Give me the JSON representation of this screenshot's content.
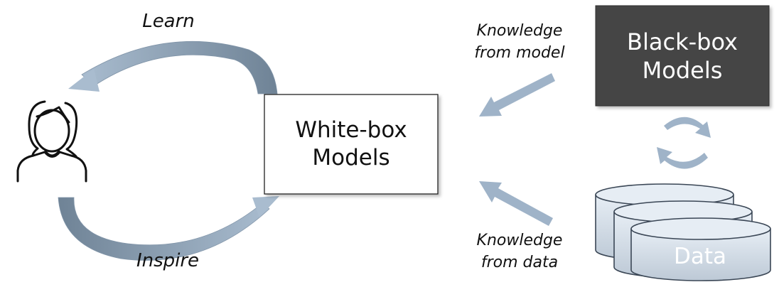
{
  "labels": {
    "learn": "Learn",
    "inspire": "Inspire",
    "knowledge_from_model_line1": "Knowledge",
    "knowledge_from_model_line2": "from model",
    "knowledge_from_data_line1": "Knowledge",
    "knowledge_from_data_line2": "from data"
  },
  "boxes": {
    "white_box_line1": "White-box",
    "white_box_line2": "Models",
    "black_box_line1": "Black-box",
    "black_box_line2": "Models",
    "data": "Data"
  },
  "icons": {
    "person": "person-icon",
    "refresh": "refresh-icon",
    "database": "database-icon"
  },
  "colors": {
    "arrow": "#9fb3c8",
    "arrow_dark": "#6f8396",
    "black_box_fill": "#444444",
    "white_box_border": "#222222",
    "database_fill": "#d9e3ec",
    "database_border": "#3a4655",
    "text": "#111111"
  }
}
